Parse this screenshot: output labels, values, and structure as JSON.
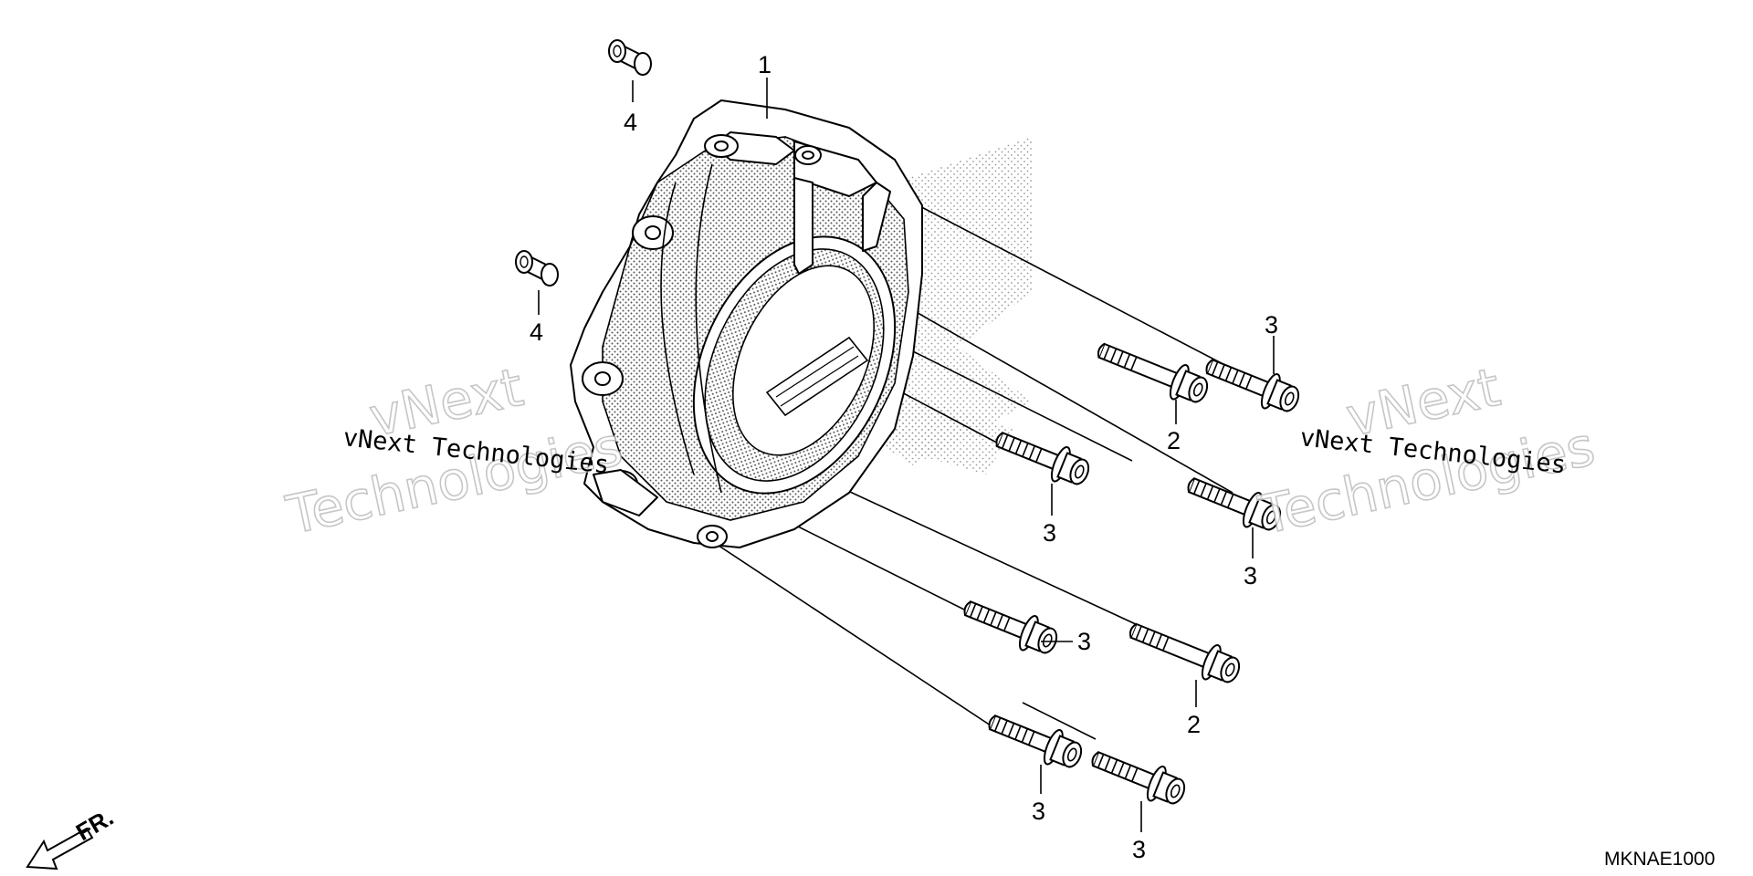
{
  "diagram": {
    "drawing_code": "MKNAE1000",
    "front_label": "FR.",
    "watermark": {
      "line1": "vNext",
      "line2": "Technologies",
      "small": "vNext Technologies"
    },
    "callouts": [
      {
        "id": "c1",
        "label": "1"
      },
      {
        "id": "c2a",
        "label": "2"
      },
      {
        "id": "c2b",
        "label": "2"
      },
      {
        "id": "c3a",
        "label": "3"
      },
      {
        "id": "c3b",
        "label": "3"
      },
      {
        "id": "c3c",
        "label": "3"
      },
      {
        "id": "c3d",
        "label": "3"
      },
      {
        "id": "c3e",
        "label": "3"
      },
      {
        "id": "c3f",
        "label": "3"
      },
      {
        "id": "c4a",
        "label": "4"
      },
      {
        "id": "c4b",
        "label": "4"
      }
    ]
  }
}
